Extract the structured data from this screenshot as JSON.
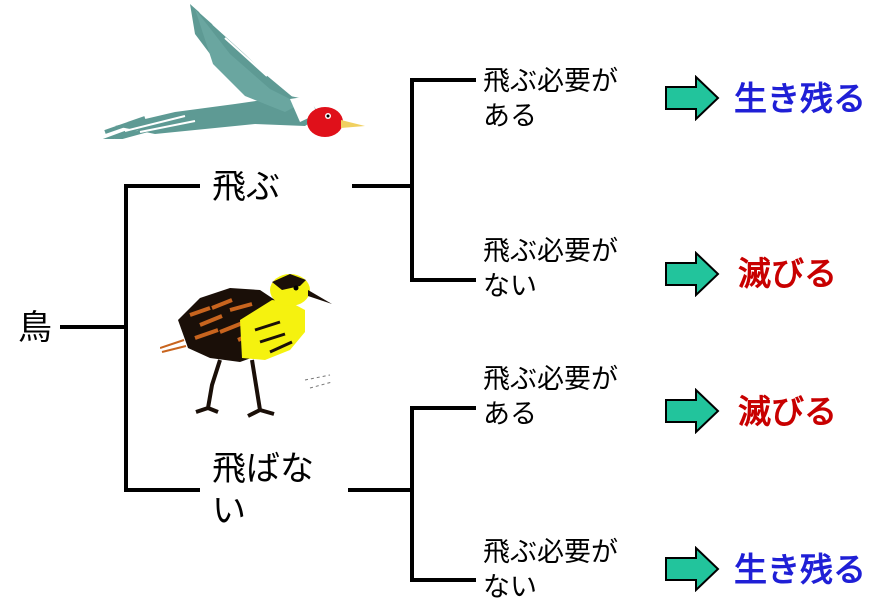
{
  "root": "鳥",
  "branches": [
    {
      "label": "飛ぶ",
      "outcomes": [
        {
          "cond_line1": "飛ぶ必要が",
          "cond_line2": "ある",
          "result": "生き残る"
        },
        {
          "cond_line1": "飛ぶ必要が",
          "cond_line2": "ない",
          "result": "滅びる"
        }
      ]
    },
    {
      "label_line1": "飛ばな",
      "label_line2": "い",
      "outcomes": [
        {
          "cond_line1": "飛ぶ必要が",
          "cond_line2": "ある",
          "result": "滅びる"
        },
        {
          "cond_line1": "飛ぶ必要が",
          "cond_line2": "ない",
          "result": "生き残る"
        }
      ]
    }
  ],
  "colors": {
    "survive": "#1f1fd6",
    "perish": "#c80000",
    "arrow_fill": "#22c49c",
    "line": "#000000"
  },
  "icons": [
    "flying-bird-illustration",
    "standing-bird-illustration",
    "right-arrow-icon"
  ]
}
